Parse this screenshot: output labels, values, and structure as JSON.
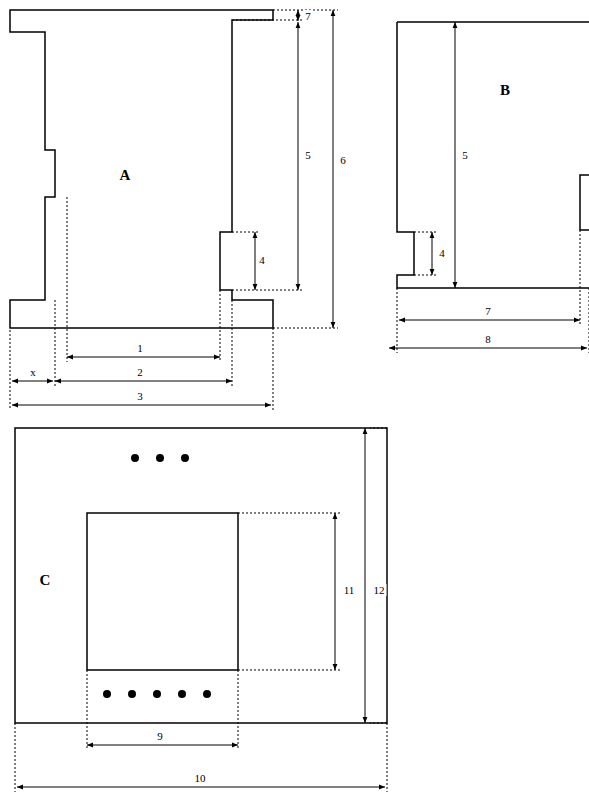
{
  "diagram": {
    "labels": [
      "A",
      "4",
      "7",
      "5",
      "6",
      "1",
      "x",
      "2",
      "3",
      "B",
      "4",
      "5",
      "7",
      "8",
      "C",
      "11",
      "12",
      "9",
      "10"
    ]
  }
}
